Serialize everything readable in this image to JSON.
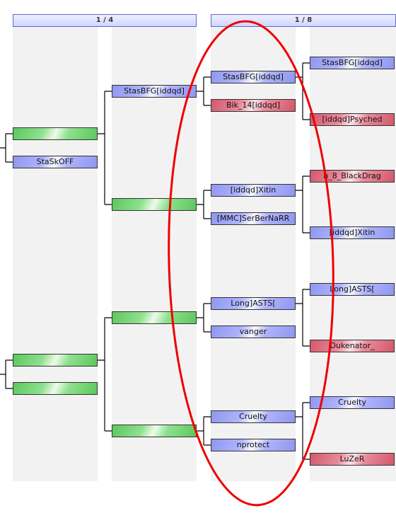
{
  "headers": [
    {
      "label": "1 / 4",
      "color": "#5f67c9"
    },
    {
      "label": "1 / 8",
      "color": "#5f67c9"
    }
  ],
  "round_left": {
    "slots": [
      {
        "name": "",
        "color": "green"
      },
      {
        "name": "StaSkOFF",
        "color": "blue"
      },
      {
        "name": "",
        "color": "green"
      },
      {
        "name": "",
        "color": "green"
      }
    ]
  },
  "round_quarter": {
    "slots": [
      {
        "name": "StasBFG[iddqd]",
        "color": "blue"
      },
      {
        "name": "",
        "color": "green"
      },
      {
        "name": "",
        "color": "green"
      },
      {
        "name": "",
        "color": "green"
      }
    ]
  },
  "round_eighth": {
    "slots": [
      {
        "name": "StasBFG[iddqd]",
        "color": "blue"
      },
      {
        "name": "Bik_14[iddqd]",
        "color": "red"
      },
      {
        "name": "[iddqd]Xitin",
        "color": "blue"
      },
      {
        "name": "[MMC]SerBerNaRR",
        "color": "blue"
      },
      {
        "name": "Long]ASTS[",
        "color": "blue"
      },
      {
        "name": "vanger",
        "color": "blue"
      },
      {
        "name": "Cruelty",
        "color": "blue"
      },
      {
        "name": "nprotect",
        "color": "blue"
      }
    ]
  },
  "round_sixteenth": {
    "slots": [
      {
        "name": "StasBFG[iddqd]",
        "color": "blue"
      },
      {
        "name": "[iddqd]Psyched",
        "color": "red"
      },
      {
        "name": "h_8_BlackDrag",
        "color": "red"
      },
      {
        "name": "[iddqd]Xitin",
        "color": "blue"
      },
      {
        "name": "Long]ASTS[",
        "color": "blue"
      },
      {
        "name": "Dukenator_",
        "color": "red"
      },
      {
        "name": "Cruelty",
        "color": "blue"
      },
      {
        "name": "LuZeR",
        "color": "red"
      }
    ]
  },
  "annotation": {
    "shape": "ellipse",
    "color": "#ee0000"
  }
}
